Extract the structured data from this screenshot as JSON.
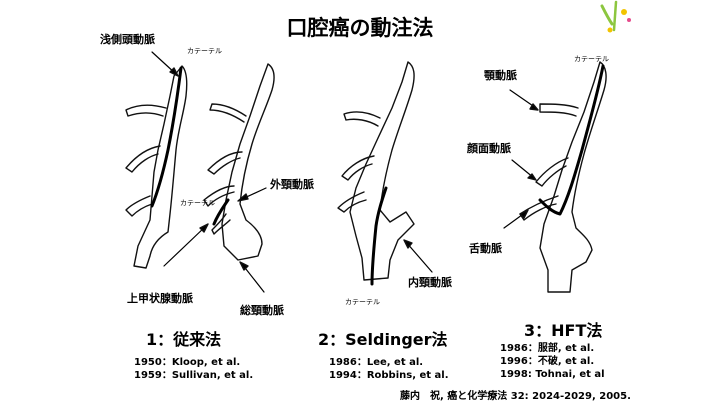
{
  "title": "口腔癌の動注法",
  "labels": {
    "superficial_temporal_artery": "浅側頭動脈",
    "catheter_1": "カテーテル",
    "catheter_2": "カテーテル",
    "catheter_3": "カテーテル",
    "catheter_4": "カテーテル",
    "external_carotid_artery": "外頸動脈",
    "superior_thyroid_artery": "上甲状腺動脈",
    "common_carotid_artery": "総頸動脈",
    "internal_carotid_artery": "内頸動脈",
    "maxillary_artery": "顎動脈",
    "facial_artery": "顔面動脈",
    "lingual_artery": "舌動脈"
  },
  "methods": [
    {
      "label": "1：従来法",
      "references": [
        "1950：Kloop, et al.",
        "1959：Sullivan, et al."
      ]
    },
    {
      "label": "2：Seldinger法",
      "references": [
        "1986：Lee, et al.",
        "1994：Robbins, et al."
      ]
    },
    {
      "label": "3：HFT法",
      "references": [
        "1986：服部, et al.",
        "1996：不破, et al.",
        "1998: Tohnai, et al"
      ]
    }
  ],
  "citation": "藤内　祝, 癌と化学療法 32: 2024-2029, 2005.",
  "colors": {
    "logo_green": "#8cc63f",
    "logo_yellow": "#f2c400",
    "logo_pink": "#e64b8c"
  }
}
